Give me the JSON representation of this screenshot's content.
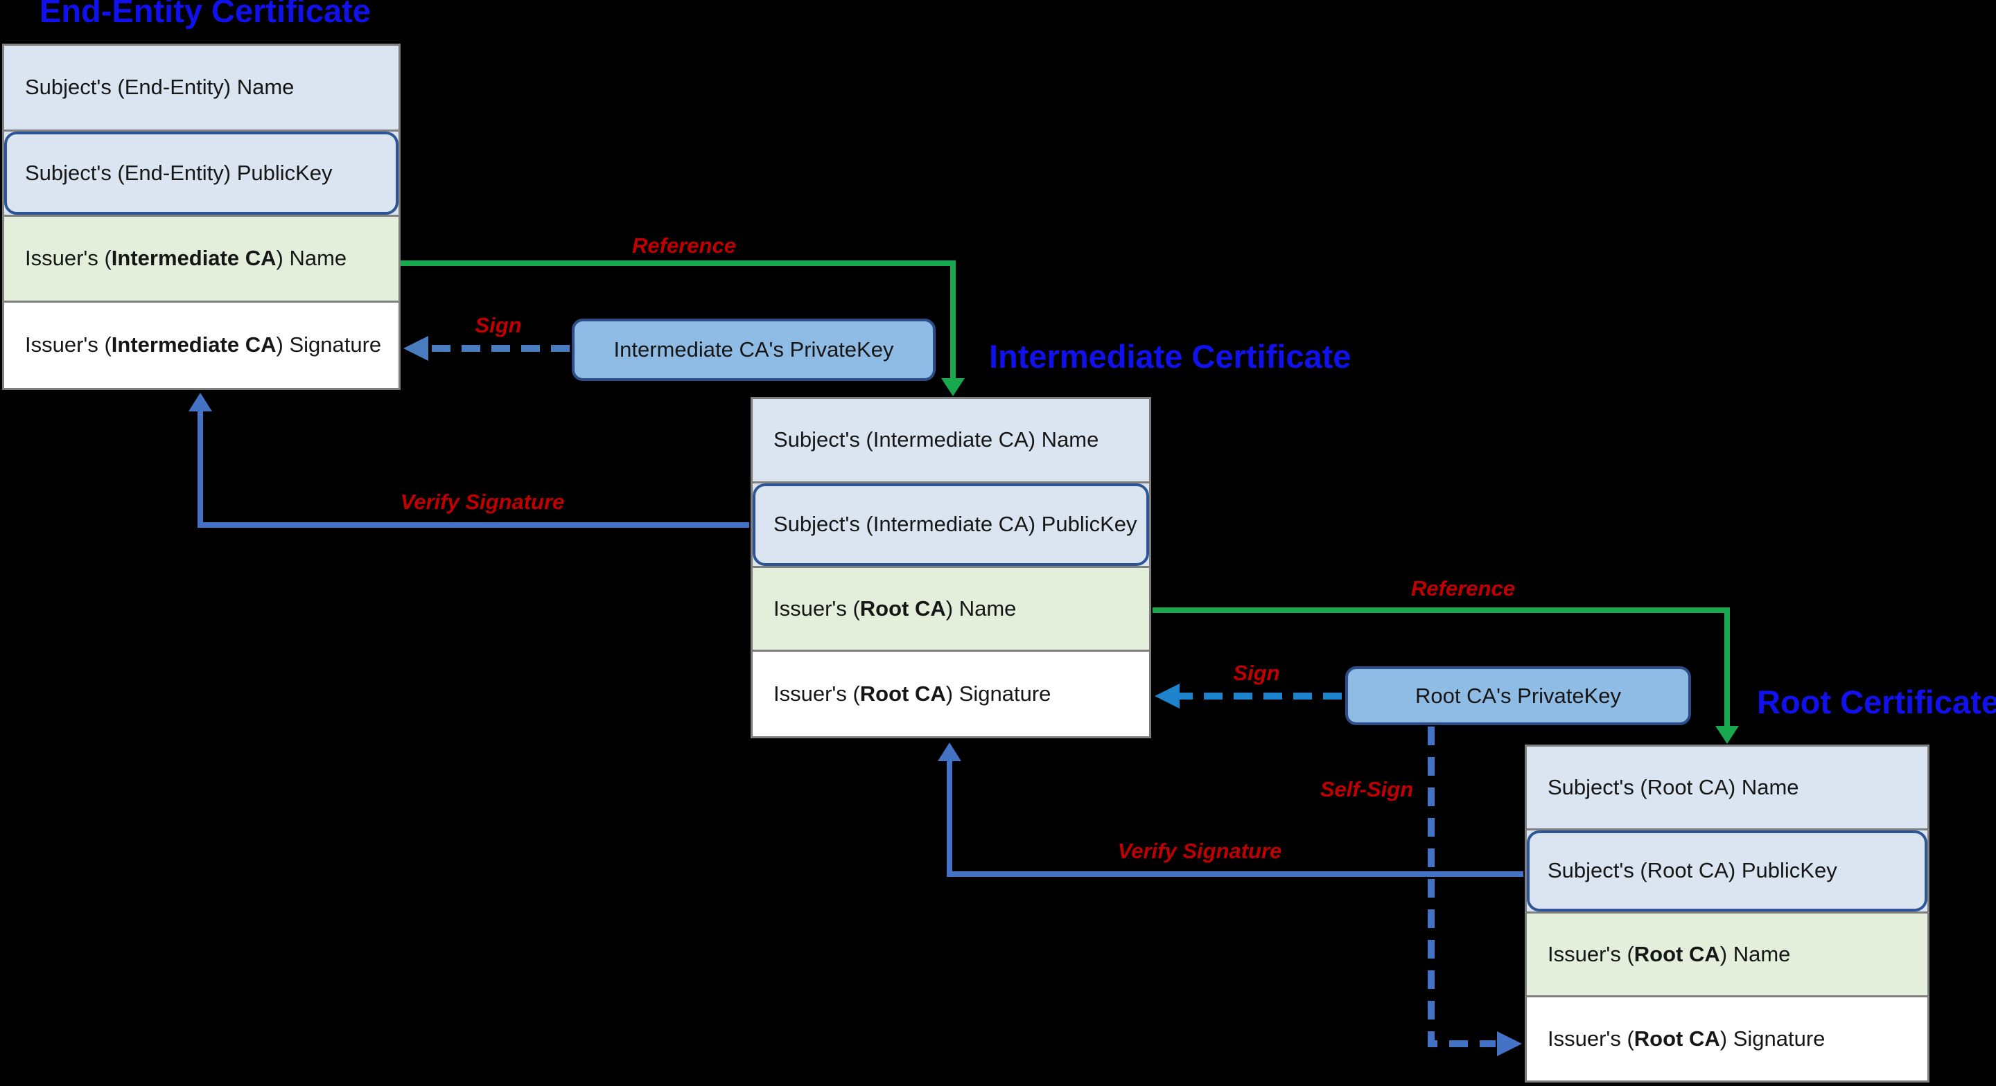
{
  "colors": {
    "background": "#000000",
    "title_blue": "#1111ee",
    "label_red": "#c00000",
    "row_blue_fill": "#dbe5f1",
    "row_green_fill": "#e3efda",
    "row_white_fill": "#ffffff",
    "box_border_gray": "#7f7f7f",
    "pubkey_border": "#2e5696",
    "privatekey_fill": "#8fbce4",
    "privatekey_border": "#2c4d87",
    "reference_green": "#18a94f",
    "verify_blue": "#4472c4",
    "sign1_blue": "#4a7cc0",
    "sign2_blue": "#1d83cd",
    "selfsign_blue": "#4472c4"
  },
  "certificates": {
    "end_entity": {
      "title": "End-Entity Certificate",
      "rows": [
        {
          "pre": "Subject's (End-Entity) Name",
          "bold": "",
          "post": ""
        },
        {
          "pre": "Subject's (End-Entity) PublicKey",
          "bold": "",
          "post": ""
        },
        {
          "pre": "Issuer's (",
          "bold": "Intermediate CA",
          "post": ") Name"
        },
        {
          "pre": "Issuer's (",
          "bold": "Intermediate CA",
          "post": ") Signature"
        }
      ]
    },
    "intermediate": {
      "title": "Intermediate Certificate",
      "rows": [
        {
          "pre": "Subject's (Intermediate CA) Name",
          "bold": "",
          "post": ""
        },
        {
          "pre": "Subject's (Intermediate CA) PublicKey",
          "bold": "",
          "post": ""
        },
        {
          "pre": "Issuer's (",
          "bold": "Root CA",
          "post": ") Name"
        },
        {
          "pre": "Issuer's (",
          "bold": "Root CA",
          "post": ") Signature"
        }
      ]
    },
    "root": {
      "title": "Root Certificate",
      "rows": [
        {
          "pre": "Subject's (Root CA) Name",
          "bold": "",
          "post": ""
        },
        {
          "pre": "Subject's (Root CA) PublicKey",
          "bold": "",
          "post": ""
        },
        {
          "pre": "Issuer's (",
          "bold": "Root CA",
          "post": ") Name"
        },
        {
          "pre": "Issuer's (",
          "bold": "Root CA",
          "post": ") Signature"
        }
      ]
    }
  },
  "private_keys": {
    "intermediate": "Intermediate CA's PrivateKey",
    "root": "Root CA's PrivateKey"
  },
  "arrow_labels": {
    "reference1": "Reference",
    "sign1": "Sign",
    "verify1": "Verify Signature",
    "reference2": "Reference",
    "sign2": "Sign",
    "self_sign": "Self-Sign",
    "verify2": "Verify Signature"
  }
}
